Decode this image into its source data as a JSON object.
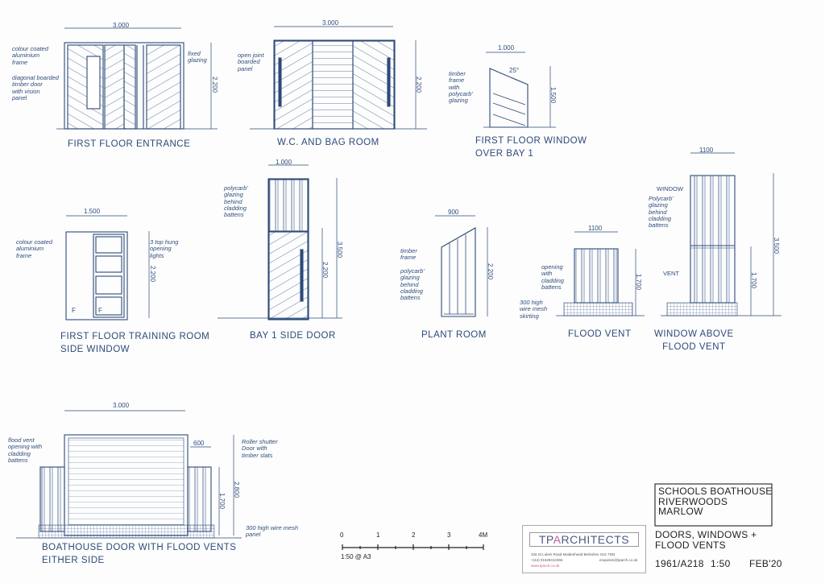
{
  "drawings": [
    {
      "title": "FIRST FLOOR ENTRANCE",
      "width_dim": "3.000",
      "height_dim": "2.200",
      "notes": [
        "colour coated\naluminium\nframe",
        "diagonal boarded\ntimber door\nwith vision\npanel",
        "fixed\nglazing"
      ]
    },
    {
      "title": "W.C. AND BAG ROOM",
      "width_dim": "3.000",
      "height_dim": "2.200",
      "notes": [
        "open joint\nboarded\npanel"
      ]
    },
    {
      "title": "FIRST FLOOR WINDOW\nOVER BAY 1",
      "width_dim": "1.000",
      "height_dim": "1.500",
      "angle": "25°",
      "notes": [
        "timber\nframe\nwith\npolycarb'\nglazing"
      ]
    },
    {
      "title": "FIRST FLOOR TRAINING ROOM\nSIDE WINDOW",
      "width_dim": "1.500",
      "height_dim": "2.200",
      "pane_marks": [
        "F",
        "F"
      ],
      "notes": [
        "colour coated\naluminium\nframe",
        "3 top hung\nopening\nlights"
      ]
    },
    {
      "title": "BAY 1  SIDE DOOR",
      "width_dim": "1.000",
      "height_dim": "2.200",
      "height_dim_2": "3.500",
      "notes": [
        "polycarb'\nglazing\nbehind\ncladding\nbattens"
      ]
    },
    {
      "title": "PLANT ROOM",
      "width_dim": "900",
      "height_dim": "2.200",
      "notes": [
        "timber\nframe",
        "polycarb'\nglazing\nbehind\ncladding\nbattens"
      ]
    },
    {
      "title": "FLOOD VENT",
      "width_dim": "1100",
      "height_dim": "1.700",
      "notes": [
        "opening\nwith\ncladding\nbattens",
        "300 high\nwire mesh\nskirting"
      ]
    },
    {
      "title": "WINDOW ABOVE\nFLOOD VENT",
      "width_dim": "1100",
      "height_dim": "1.700",
      "height_dim_2": "3.500",
      "notes": [
        "WINDOW",
        "Polycarb'\nglazing\nbehind\ncladding\nbattens",
        "VENT"
      ]
    },
    {
      "title": "BOATHOUSE DOOR WITH FLOOD VENTS\nEITHER SIDE",
      "width_dim": "3.000",
      "side_dim": "600",
      "height_dim": "1.700",
      "height_dim_2": "2.800",
      "notes": [
        "flood vent\nopening with\ncladding\nbattens",
        "Roller shutter\nDoor with\ntimber slats",
        "300 high wire mesh\npanel"
      ]
    }
  ],
  "scale_bar": {
    "ticks": [
      "0",
      "1",
      "2",
      "3",
      "4M"
    ],
    "label": "1:50 @ A3"
  },
  "logo": {
    "name_pre": "TP",
    "name_accent": "A",
    "name_post": "RCHITECTS",
    "address": "33a St Lukes Road Maidenhead Berkshire SL6 7DN",
    "phone": "+(44) 01628412365",
    "email": "enquiries@tparch.co.uk",
    "web": "www.tparch.co.uk"
  },
  "title_block": {
    "project": "SCHOOLS BOATHOUSE\nRIVERWOODS\nMARLOW",
    "sheet_title": "DOORS, WINDOWS +\nFLOOD VENTS",
    "drawing_no": "1961/A218",
    "scale": "1:50",
    "date": "FEB'20"
  },
  "colors": {
    "ink": "#2c4a78",
    "logo_accent": "#c75a9a"
  }
}
